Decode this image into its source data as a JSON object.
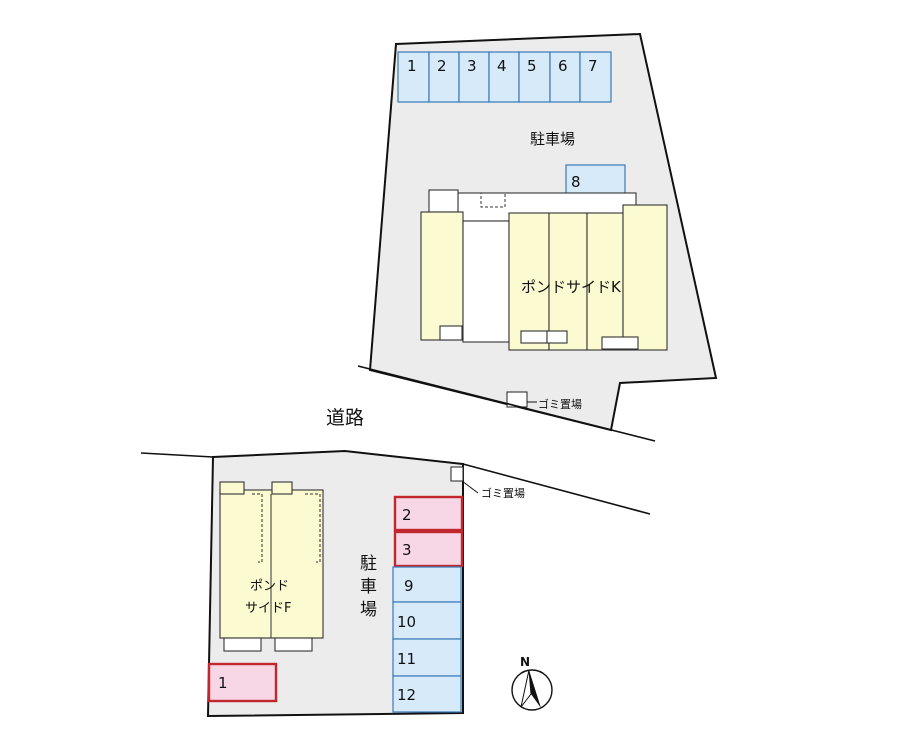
{
  "north_lot": {
    "parking_label": "駐車場",
    "building_label": "ポンドサイドK",
    "garbage_label": "ゴミ置場",
    "spaces_top": [
      "1",
      "2",
      "3",
      "4",
      "5",
      "6",
      "7"
    ],
    "space_extra": "8"
  },
  "road_label": "道路",
  "south_lot": {
    "parking_label": "駐車場",
    "building_label_line1": "ポンド",
    "building_label_line2": "サイドF",
    "garbage_label": "ゴミ置場",
    "pink_spaces": [
      "2",
      "3"
    ],
    "blue_spaces": [
      "9",
      "10",
      "11",
      "12"
    ],
    "corner_space": "1"
  },
  "compass": {
    "label": "N"
  },
  "colors": {
    "lot_fill": "#ececec",
    "building_fill": "#fbfad0",
    "space_blue": "#d6eafa",
    "space_pink": "#f7d7e6",
    "pink_border": "#c0282e"
  }
}
